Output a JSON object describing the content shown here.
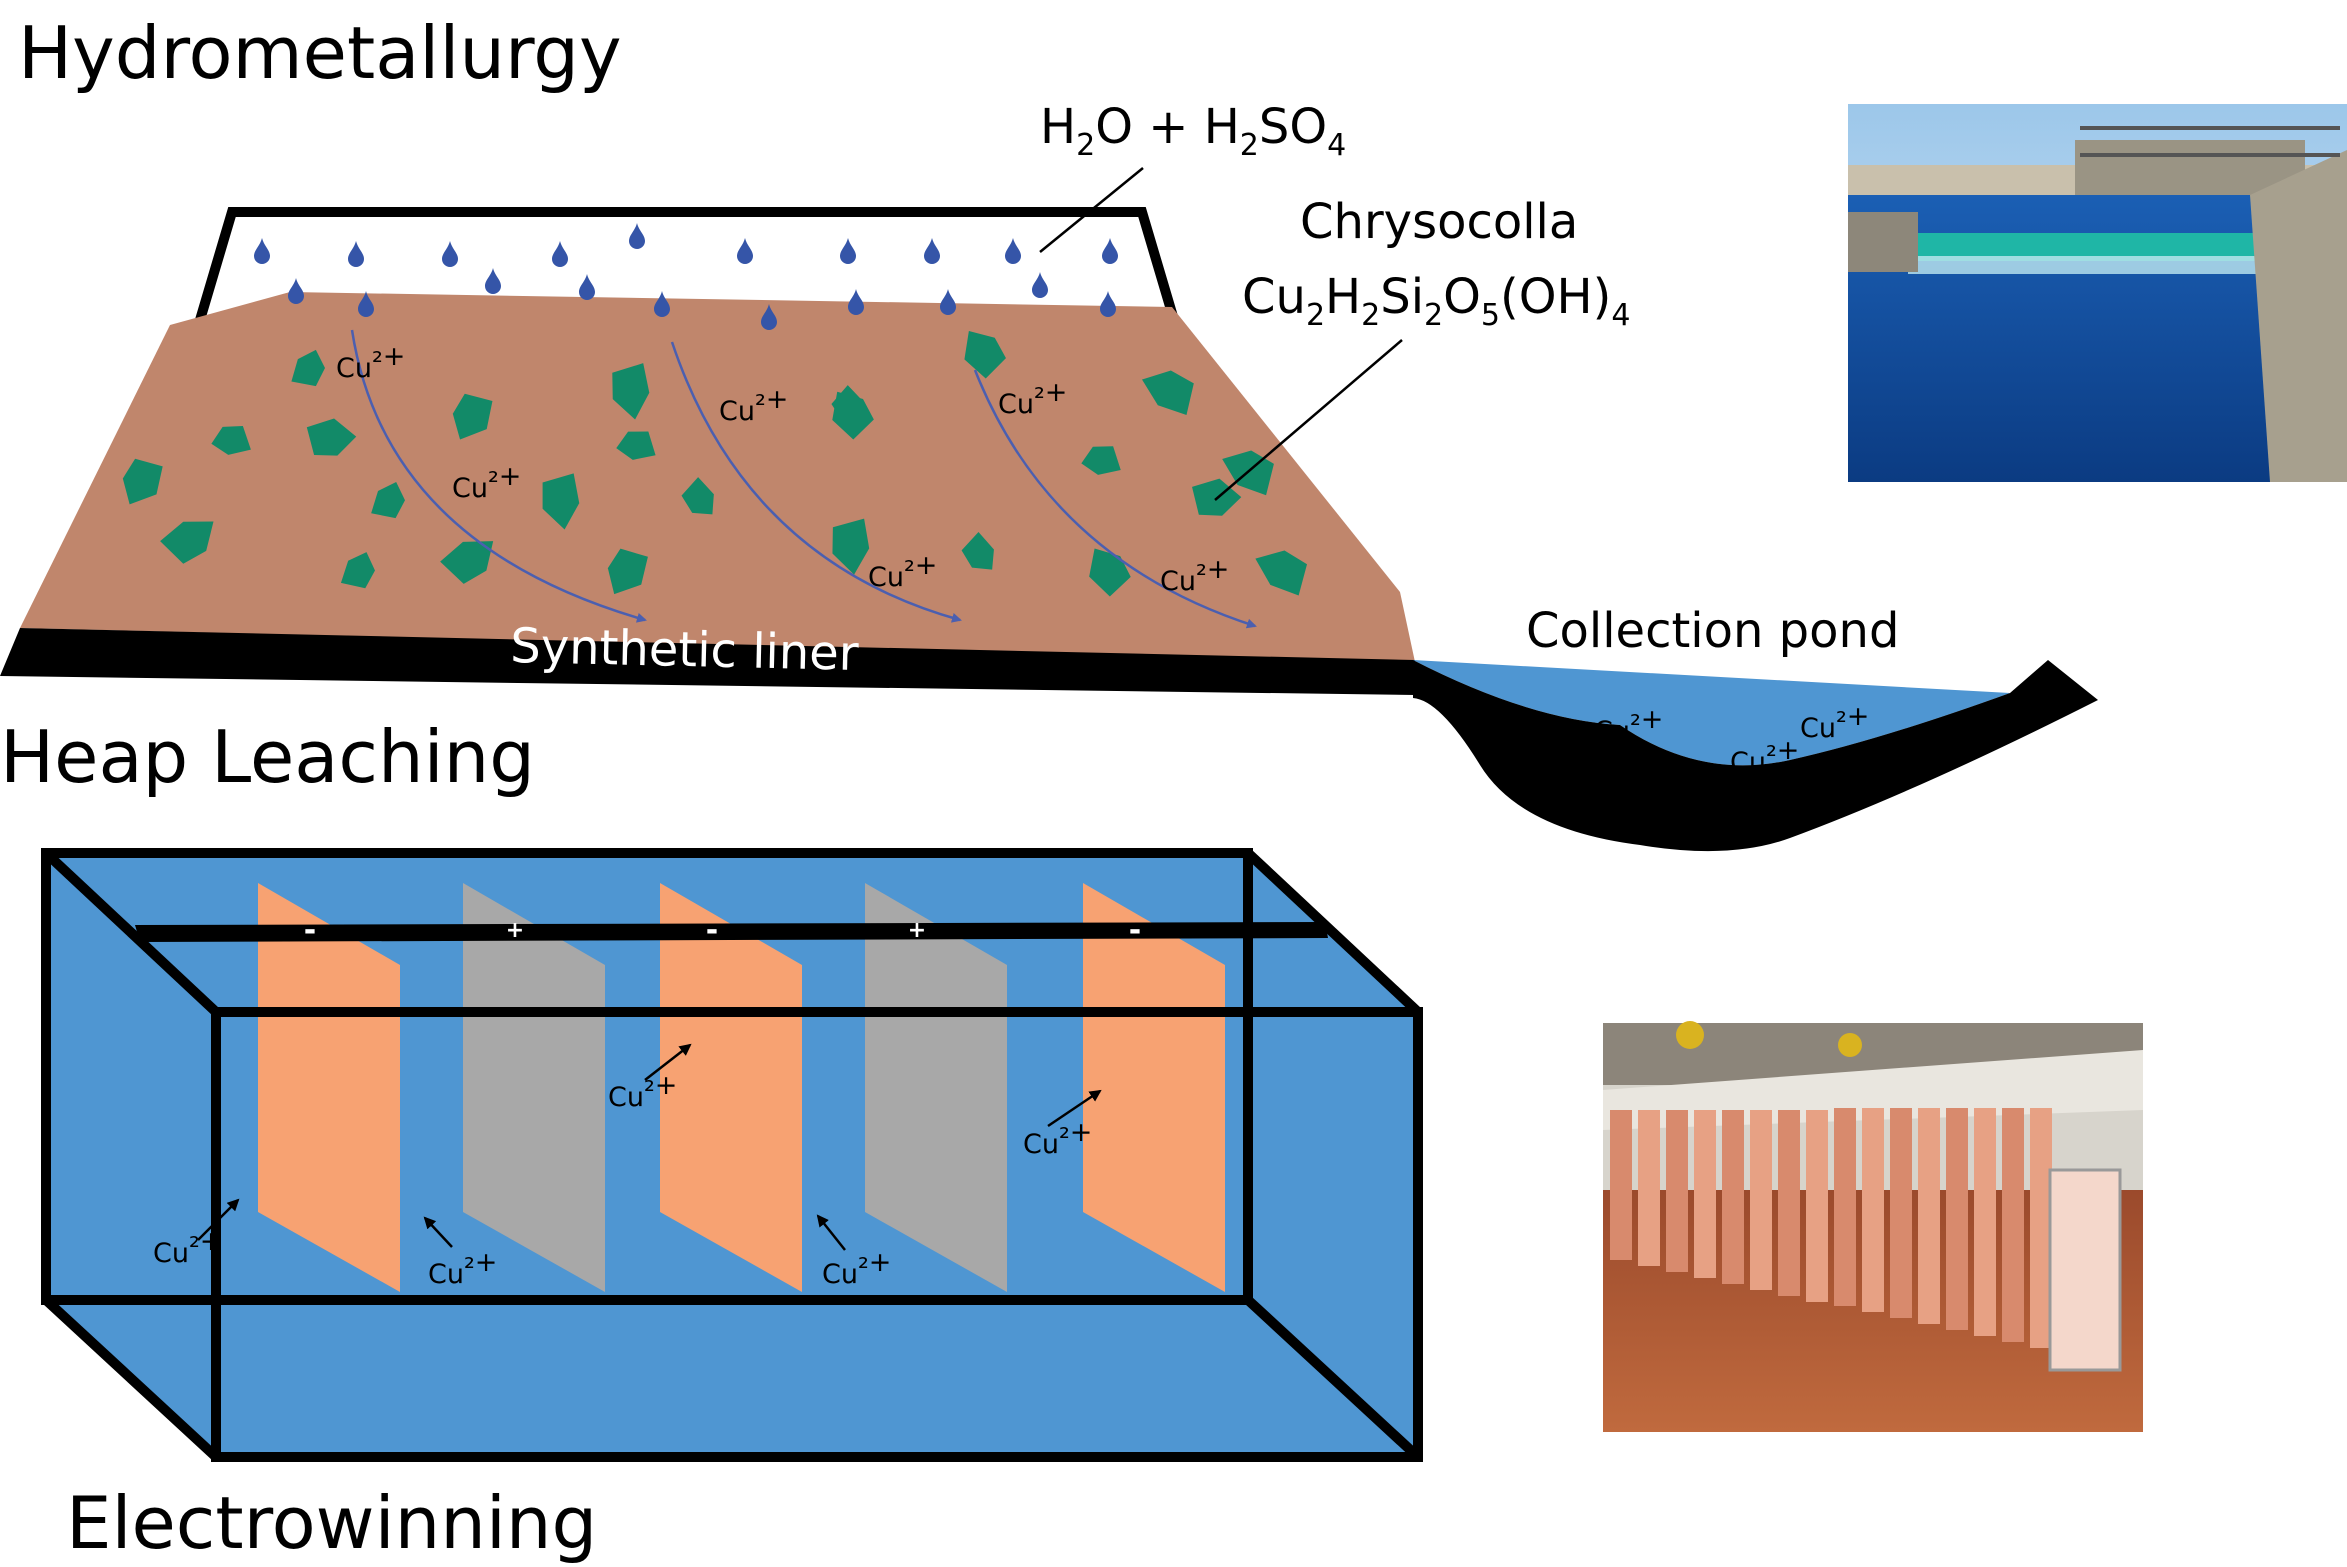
{
  "titles": {
    "hydrometallurgy": "Hydrometallurgy",
    "heap_leaching": "Heap Leaching",
    "electrowinning": "Electrowinning"
  },
  "labels": {
    "acid_h": "H",
    "acid_2a": "2",
    "acid_o_plus_h": "O + H",
    "acid_2b": "2",
    "acid_so": "SO",
    "acid_4": "4",
    "mineral_name": "Chrysocolla",
    "formula_cu": "Cu",
    "formula_2a": "2",
    "formula_h": "H",
    "formula_2b": "2",
    "formula_si": "Si",
    "formula_2c": "2",
    "formula_o": "O",
    "formula_5": "5",
    "formula_oh": "(OH)",
    "formula_4": "4",
    "synthetic_liner": "Synthetic liner",
    "collection_pond": "Collection pond"
  },
  "ion": {
    "base": "Cu",
    "charge": "²",
    "sign": "+"
  },
  "electrodes": [
    {
      "type": "cathode",
      "sign": "-",
      "color": "#f7a272"
    },
    {
      "type": "anode",
      "sign": "+",
      "color": "#a8a8a8"
    },
    {
      "type": "cathode",
      "sign": "-",
      "color": "#f7a272"
    },
    {
      "type": "anode",
      "sign": "+",
      "color": "#a8a8a8"
    },
    {
      "type": "cathode",
      "sign": "-",
      "color": "#f7a272"
    }
  ],
  "colors": {
    "heap": "#c0866c",
    "chrysocolla": "#128a68",
    "solution": "#4f96d2",
    "droplet": "#3555a8",
    "flow_arrow": "#4b5fb0",
    "liner": "#000000",
    "cathode": "#f7a272",
    "anode": "#a8a8a8"
  }
}
